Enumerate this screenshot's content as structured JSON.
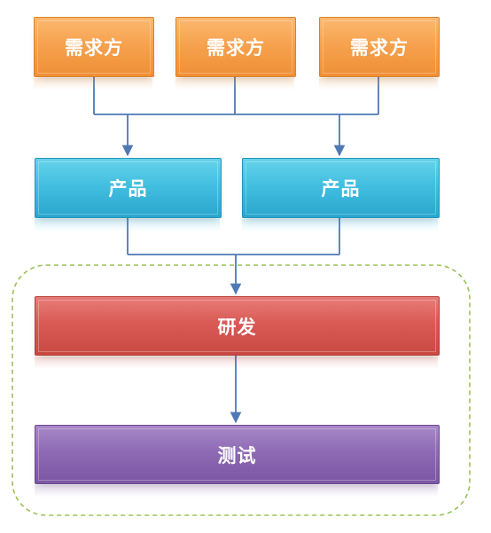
{
  "colors": {
    "demand": "#f6a24f",
    "product": "#42bfe0",
    "dev": "#d95a55",
    "test": "#8e6ab4",
    "connector": "#4f79b5",
    "group_border": "#98c256"
  },
  "demand_boxes": [
    {
      "label": "需求方"
    },
    {
      "label": "需求方"
    },
    {
      "label": "需求方"
    }
  ],
  "product_boxes": [
    {
      "label": "产品"
    },
    {
      "label": "产品"
    }
  ],
  "dev_box": {
    "label": "研发"
  },
  "test_box": {
    "label": "测试"
  }
}
